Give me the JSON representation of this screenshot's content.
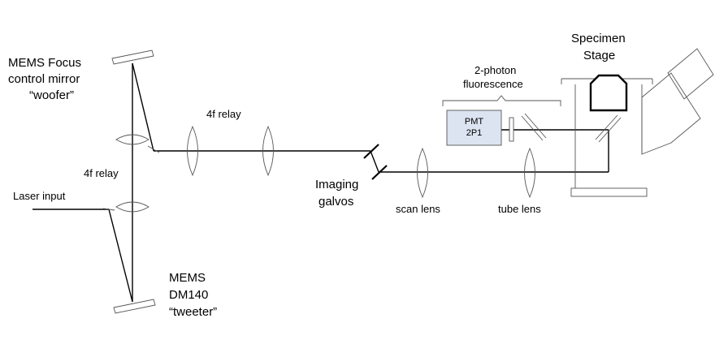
{
  "labels": {
    "mems_focus": [
      "MEMS Focus",
      "control mirror",
      "“woofer”"
    ],
    "relay_top": "4f relay",
    "relay_left": "4f relay",
    "laser_input": "Laser input",
    "mems_dm": [
      "MEMS",
      "DM140",
      "“tweeter”"
    ],
    "imaging_galvos": [
      "Imaging",
      "galvos"
    ],
    "scan_lens": "scan lens",
    "tube_lens": "tube lens",
    "two_photon": [
      "2-photon",
      "fluorescence"
    ],
    "pmt": [
      "PMT",
      "2P1"
    ],
    "specimen_stage": [
      "Specimen",
      "Stage"
    ]
  }
}
